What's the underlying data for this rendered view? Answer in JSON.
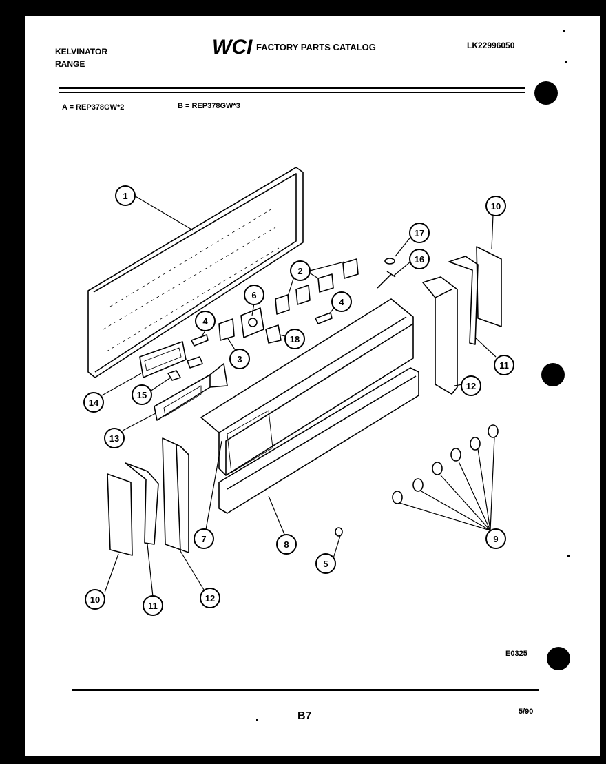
{
  "header": {
    "brand_line1": "KELVINATOR",
    "brand_line2": "RANGE",
    "logo_letters": "WCI",
    "catalog_title": "FACTORY PARTS CATALOG",
    "catalog_code": "LK22996050"
  },
  "models": {
    "a": "A = REP378GW*2",
    "b": "B = REP378GW*3"
  },
  "diagram": {
    "callouts": [
      "1",
      "2",
      "3",
      "4",
      "4",
      "5",
      "6",
      "7",
      "8",
      "9",
      "10",
      "10",
      "11",
      "11",
      "12",
      "12",
      "13",
      "14",
      "15",
      "16",
      "17",
      "18"
    ]
  },
  "footer": {
    "figure_code": "E0325",
    "page_number": "B7",
    "date": "5/90"
  }
}
